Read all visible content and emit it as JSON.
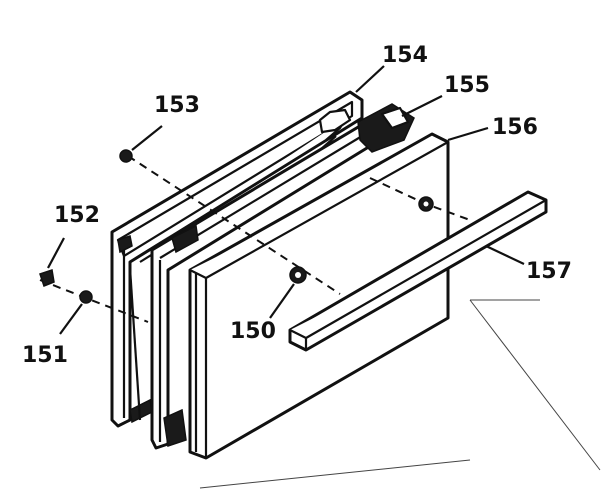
{
  "diagram": {
    "callouts": [
      {
        "id": "150",
        "text": "150"
      },
      {
        "id": "151",
        "text": "151"
      },
      {
        "id": "152",
        "text": "152"
      },
      {
        "id": "153",
        "text": "153"
      },
      {
        "id": "154",
        "text": "154"
      },
      {
        "id": "155",
        "text": "155"
      },
      {
        "id": "156",
        "text": "156"
      },
      {
        "id": "157",
        "text": "157"
      }
    ]
  }
}
